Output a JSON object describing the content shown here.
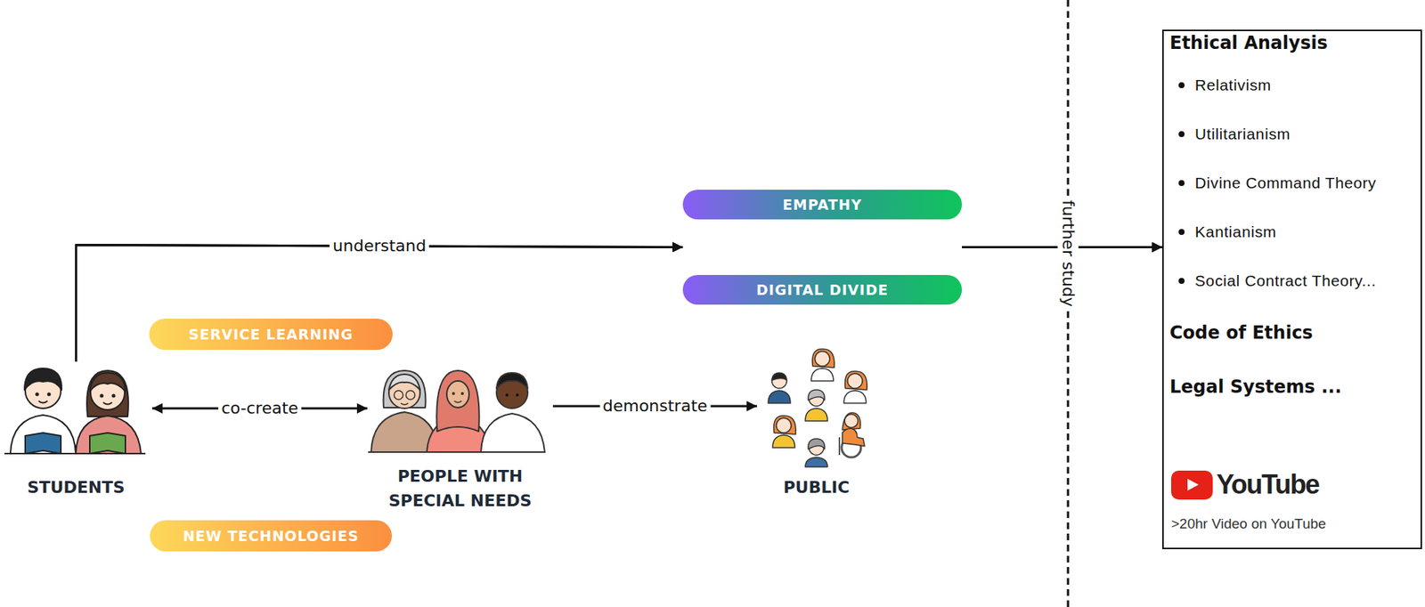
{
  "diagram": {
    "nodes": [
      {
        "text": [
          "STUDENTS"
        ]
      },
      {
        "text": [
          "SERVICE LEARNING"
        ]
      },
      {
        "text": [
          "NEW TECHNOLOGIES"
        ]
      },
      {
        "text": [
          "PEOPLE WITH SPECIAL NEEDS"
        ]
      },
      {
        "text": [
          "PUBLIC"
        ]
      },
      {
        "text": [
          "EMPATHY"
        ]
      },
      {
        "text": [
          "DIGITAL DIVIDE"
        ]
      },
      {
        "text": [
          "Ethical Analysis",
          "Relativism",
          "Utilitarianism",
          "Divine Command Theory",
          "Kantianism",
          "Social Contract Theory...",
          "Code of Ethics",
          "Legal Systems ...",
          "YouTube",
          ">20hr Video on YouTube"
        ]
      }
    ],
    "edges": [
      {
        "from": 0,
        "to": 5,
        "label": "understand",
        "arrow": "to"
      },
      {
        "from": 0,
        "to": 6,
        "arrow": "to"
      },
      {
        "from": 0,
        "to": 3,
        "label": "co-create",
        "arrow": "both"
      },
      {
        "from": 3,
        "to": 4,
        "label": "demonstrate",
        "arrow": "to"
      },
      {
        "from": 5,
        "to": 7,
        "label": "further study",
        "arrow": "to"
      },
      {
        "from": 6,
        "to": 7,
        "arrow": "to"
      }
    ]
  }
}
